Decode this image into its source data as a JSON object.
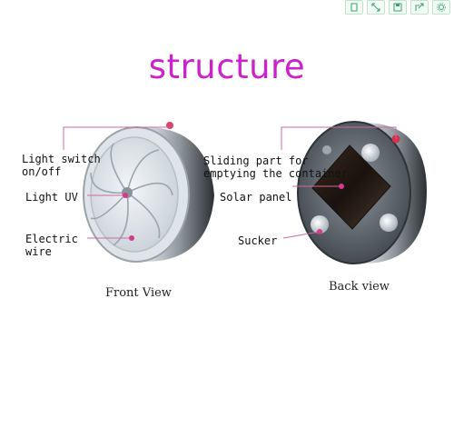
{
  "toolbar": {
    "buttons": [
      {
        "name": "copy-icon"
      },
      {
        "name": "expand-icon"
      },
      {
        "name": "save-icon"
      },
      {
        "name": "share-icon"
      },
      {
        "name": "settings-icon"
      }
    ],
    "accent": "#3aa36b"
  },
  "title": "structure",
  "title_color": "#cc22cc",
  "front": {
    "view_label": "Front View",
    "labels": {
      "light_switch": "Light switch\non/off",
      "light_uv": "Light UV",
      "electric_wire": "Electric\nwire"
    }
  },
  "back": {
    "view_label": "Back view",
    "labels": {
      "sliding_part": "Sliding part for\nemptying the container",
      "solar_panel": "Solar panel",
      "sucker": "Sucker"
    }
  },
  "callout_color": "#c86aa0"
}
